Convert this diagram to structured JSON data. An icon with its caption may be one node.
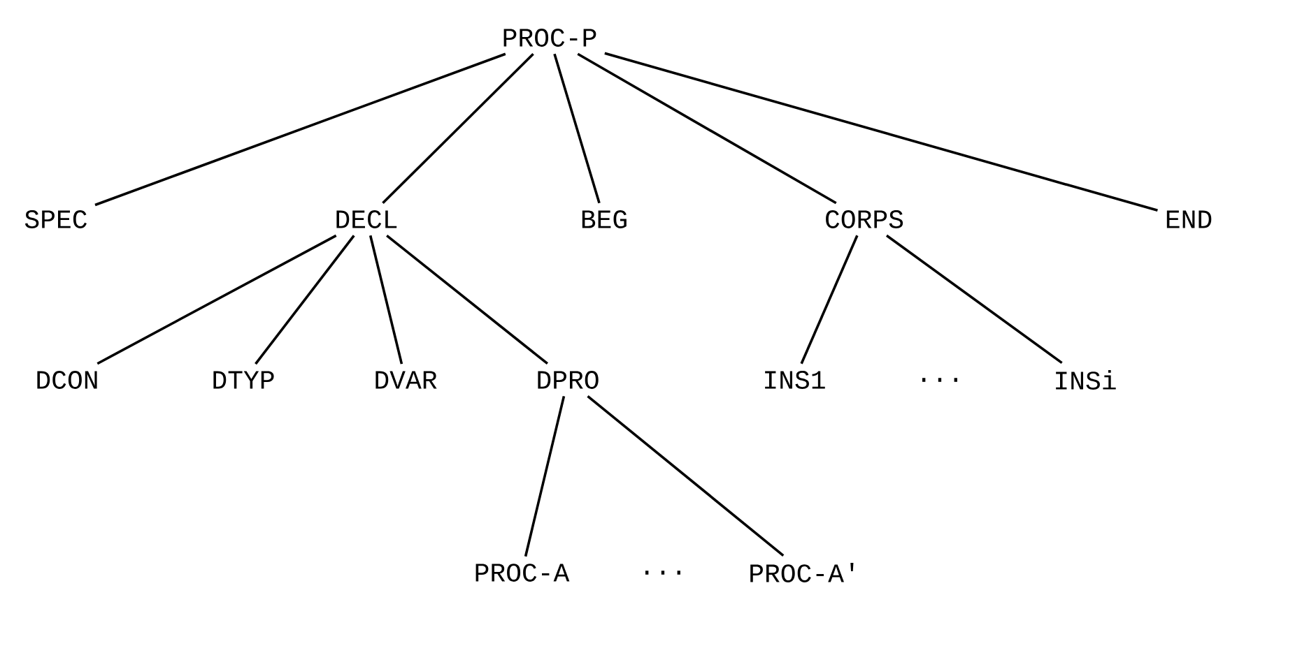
{
  "diagram": {
    "nodes": [
      {
        "text": [
          "PROC-P"
        ]
      },
      {
        "text": [
          "SPEC"
        ]
      },
      {
        "text": [
          "DECL"
        ]
      },
      {
        "text": [
          "BEG"
        ]
      },
      {
        "text": [
          "CORPS"
        ]
      },
      {
        "text": [
          "END"
        ]
      },
      {
        "text": [
          "DCON"
        ]
      },
      {
        "text": [
          "DTYP"
        ]
      },
      {
        "text": [
          "DVAR"
        ]
      },
      {
        "text": [
          "DPRO"
        ]
      },
      {
        "text": [
          "INS1"
        ]
      },
      {
        "text": [
          "INSi"
        ]
      },
      {
        "text": [
          "PROC-A"
        ]
      },
      {
        "text": [
          "PROC-A'"
        ]
      }
    ],
    "edges": [
      {
        "from": 0,
        "to": 1,
        "arrow": "none"
      },
      {
        "from": 0,
        "to": 2,
        "arrow": "none"
      },
      {
        "from": 0,
        "to": 3,
        "arrow": "none"
      },
      {
        "from": 0,
        "to": 4,
        "arrow": "none"
      },
      {
        "from": 0,
        "to": 5,
        "arrow": "none"
      },
      {
        "from": 2,
        "to": 6,
        "arrow": "none"
      },
      {
        "from": 2,
        "to": 7,
        "arrow": "none"
      },
      {
        "from": 2,
        "to": 8,
        "arrow": "none"
      },
      {
        "from": 2,
        "to": 9,
        "arrow": "none"
      },
      {
        "from": 4,
        "to": 10,
        "arrow": "none"
      },
      {
        "from": 4,
        "to": 11,
        "arrow": "none"
      },
      {
        "from": 9,
        "to": 12,
        "arrow": "none"
      },
      {
        "from": 9,
        "to": 13,
        "arrow": "none"
      }
    ],
    "labels": [
      "...",
      "..."
    ]
  }
}
